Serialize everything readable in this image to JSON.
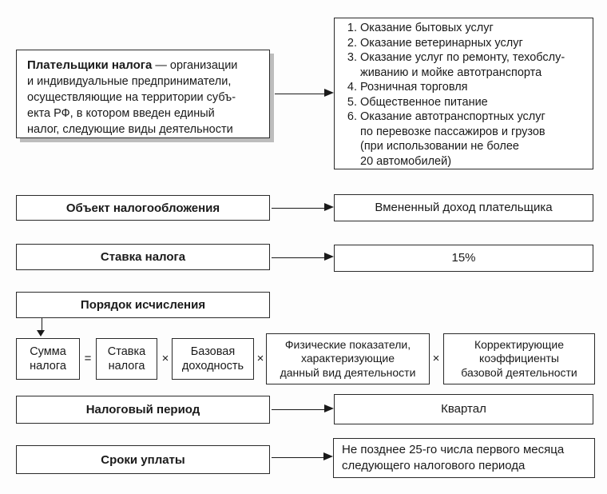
{
  "diagram": {
    "title_semantic": "Единый налог на вмененный доход — схема элементов налога",
    "payers": {
      "title_bold": "Плательщики налога",
      "description": " — организации\nи индивидуальные предприниматели,\nосуществляющие на территории субъ-\nекта РФ, в котором введен единый\nналог, следующие виды деятельности"
    },
    "activities": [
      "Оказание бытовых услуг",
      "Оказание ветеринарных услуг",
      "Оказание услуг по ремонту, техобслу-\nживанию и мойке автотранспорта",
      "Розничная торговля",
      "Общественное питание",
      "Оказание автотранспортных услуг\nпо перевозке пассажиров и грузов\n(при использовании не более\n20 автомобилей)"
    ],
    "rows": [
      {
        "label": "Объект налогообложения",
        "value": "Вмененный доход плательщика"
      },
      {
        "label": "Ставка налога",
        "value": "15%"
      },
      {
        "label": "Налоговый период",
        "value": "Квартал"
      },
      {
        "label": "Сроки уплаты",
        "value": "Не позднее 25-го числа первого месяца\nследующего налогового периода"
      }
    ],
    "calculation": {
      "title": "Порядок исчисления",
      "result": "Сумма\nналога",
      "equals": "=",
      "times": "×",
      "factors": [
        "Ставка\nналога",
        "Базовая\nдоходность",
        "Физические показатели,\nхарактеризующие\nданный вид деятельности",
        "Корректирующие\nкоэффициенты\nбазовой деятельности"
      ]
    },
    "colors": {
      "background": "#fdfdfd",
      "box_background": "#ffffff",
      "border": "#2a2a2a",
      "text": "#1a1a1a",
      "shadow": "#bdbdbd"
    }
  }
}
